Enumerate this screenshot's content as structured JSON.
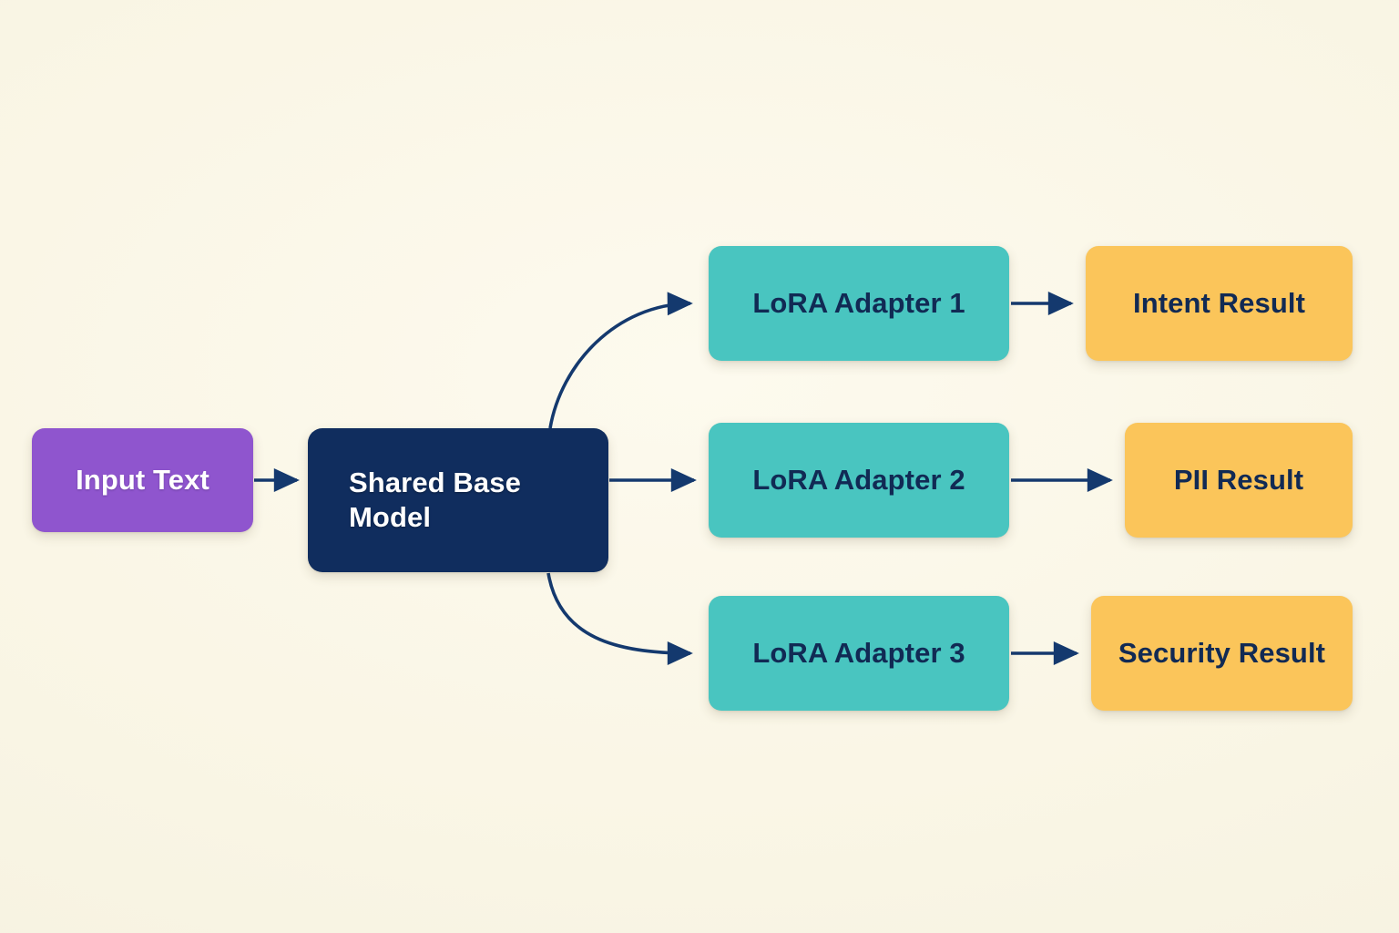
{
  "diagram": {
    "title": "Shared base model with LoRA adapters routing diagram",
    "background_color": "#faf6e7",
    "edge_color": "#14396e",
    "nodes": {
      "input": {
        "label": "Input Text",
        "color": "#8f55ce",
        "text_color": "#ffffff"
      },
      "base": {
        "label": "Shared Base Model",
        "color": "#102d5e",
        "text_color": "#ffffff"
      },
      "adapter1": {
        "label": "LoRA Adapter 1",
        "color": "#49c5c0",
        "text_color": "#112a54"
      },
      "adapter2": {
        "label": "LoRA Adapter 2",
        "color": "#49c5c0",
        "text_color": "#112a54"
      },
      "adapter3": {
        "label": "LoRA Adapter 3",
        "color": "#49c5c0",
        "text_color": "#112a54"
      },
      "result1": {
        "label": "Intent Result",
        "color": "#fbc55a",
        "text_color": "#112a54"
      },
      "result2": {
        "label": "PII Result",
        "color": "#fbc55a",
        "text_color": "#112a54"
      },
      "result3": {
        "label": "Security Result",
        "color": "#fbc55a",
        "text_color": "#112a54"
      }
    },
    "edges": [
      {
        "from": "Input Text",
        "to": "Shared Base Model",
        "style": "straight"
      },
      {
        "from": "Shared Base Model",
        "to": "LoRA Adapter 1",
        "style": "curved-up"
      },
      {
        "from": "Shared Base Model",
        "to": "LoRA Adapter 2",
        "style": "straight"
      },
      {
        "from": "Shared Base Model",
        "to": "LoRA Adapter 3",
        "style": "curved-down"
      },
      {
        "from": "LoRA Adapter 1",
        "to": "Intent Result",
        "style": "straight"
      },
      {
        "from": "LoRA Adapter 2",
        "to": "PII Result",
        "style": "straight"
      },
      {
        "from": "LoRA Adapter 3",
        "to": "Security Result",
        "style": "straight"
      }
    ]
  }
}
